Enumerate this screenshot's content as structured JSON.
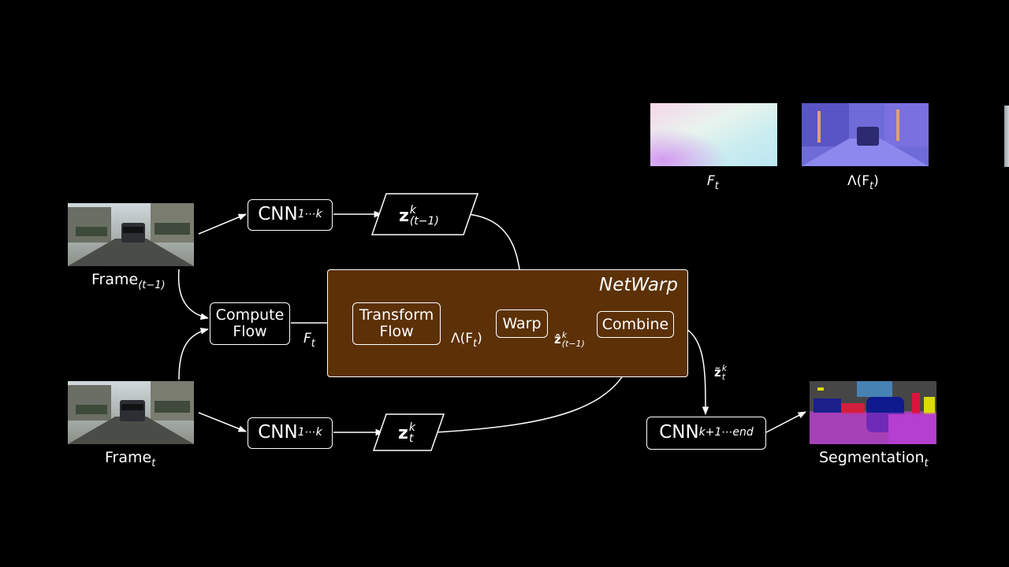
{
  "diagram": {
    "frames": {
      "prev": {
        "label": "Frame",
        "subscript": "(t−1)"
      },
      "curr": {
        "label": "Frame",
        "subscript": "t"
      }
    },
    "nodes": {
      "cnn_top": {
        "label": "CNN",
        "subscript": "1⋯k"
      },
      "cnn_bottom": {
        "label": "CNN",
        "subscript": "1⋯k"
      },
      "z_prev": {
        "label": "z",
        "superscript": "k",
        "subscript": "(t−1)"
      },
      "z_curr": {
        "label": "z",
        "superscript": "k",
        "subscript": "t"
      },
      "compute_flow": {
        "line1": "Compute",
        "line2": "Flow"
      },
      "transform_flow": {
        "line1": "Transform",
        "line2": "Flow"
      },
      "warp": {
        "label": "Warp"
      },
      "combine": {
        "label": "Combine"
      },
      "cnn_end": {
        "label": "CNN",
        "subscript": "k+1⋯end"
      }
    },
    "netwarp_title": "NetWarp",
    "edge_labels": {
      "ft": {
        "main": "F",
        "sub": "t"
      },
      "lambda_ft": {
        "main": "Λ(F",
        "sub": "t",
        "tail": ")"
      },
      "z_hat": {
        "main": "ẑ",
        "sup": "k",
        "sub": "(t−1)"
      },
      "z_tilde": {
        "main": "z̃",
        "sup": "k",
        "sub": "t"
      }
    },
    "output": {
      "label": "Segmentation",
      "subscript": "t"
    },
    "thumbnail_captions": {
      "flow": {
        "main": "F",
        "sub": "t"
      },
      "transformed_flow": {
        "main": "Λ(F",
        "sub": "t",
        "tail": ")"
      }
    },
    "colors": {
      "background": "#000000",
      "netwarp_fill": "#5c3108",
      "stroke": "#ffffff"
    }
  }
}
